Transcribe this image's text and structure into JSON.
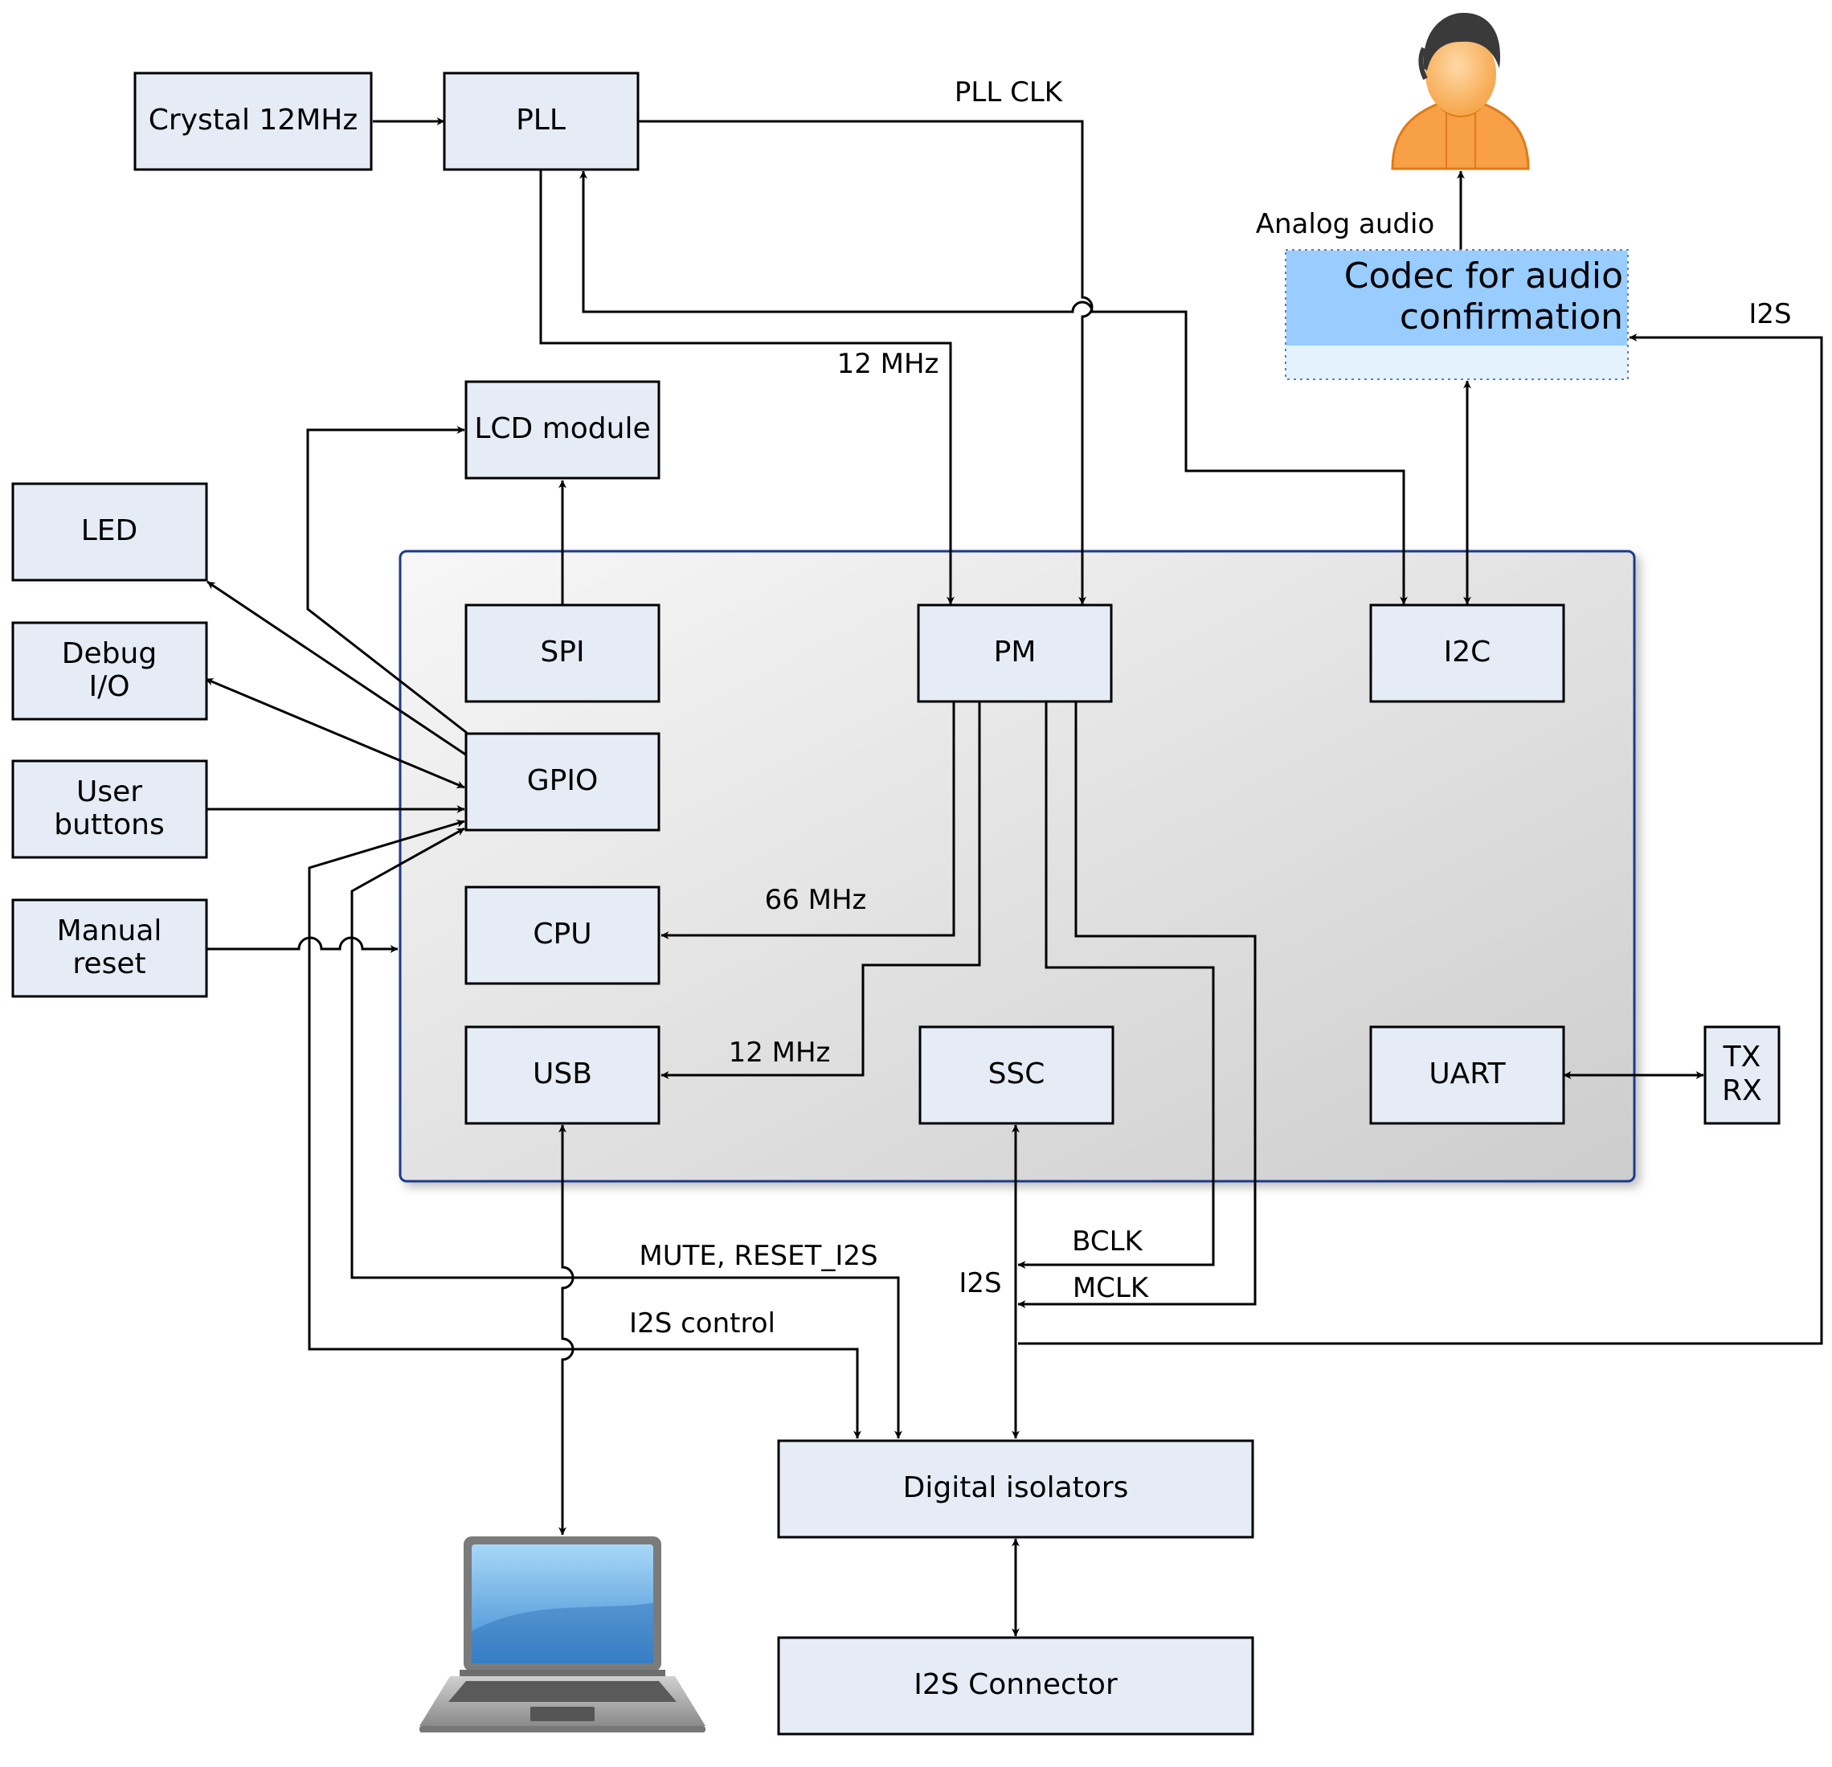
{
  "blocks": {
    "crystal": "Crystal 12MHz",
    "pll": "PLL",
    "lcd": "LCD module",
    "led": "LED",
    "debug_l1": "Debug",
    "debug_l2": "I/O",
    "user_l1": "User",
    "user_l2": "buttons",
    "manual_l1": "Manual",
    "manual_l2": "reset",
    "spi": "SPI",
    "pm": "PM",
    "i2c": "I2C",
    "gpio": "GPIO",
    "cpu": "CPU",
    "usb": "USB",
    "ssc": "SSC",
    "uart": "UART",
    "txrx_l1": "TX",
    "txrx_l2": "RX",
    "isolators": "Digital isolators",
    "connector": "I2S Connector",
    "codec_l1": "Codec for audio",
    "codec_l2": "confirmation"
  },
  "labels": {
    "pll_clk": "PLL CLK",
    "analog_audio": "Analog audio",
    "i2s_codec": "I2S",
    "mhz12_top": "12 MHz",
    "mhz66": "66 MHz",
    "mhz12_usb": "12 MHz",
    "bclk": "BCLK",
    "mclk": "MCLK",
    "i2s_bus": "I2S",
    "mute_reset": "MUTE, RESET_I2S",
    "i2s_control": "I2S control"
  },
  "icons": [
    "user-icon",
    "laptop-icon"
  ],
  "colors": {
    "block_fill": "#e6ecf6",
    "codec_fill": "#99ccff",
    "mcu_border": "#1f3a8a"
  }
}
